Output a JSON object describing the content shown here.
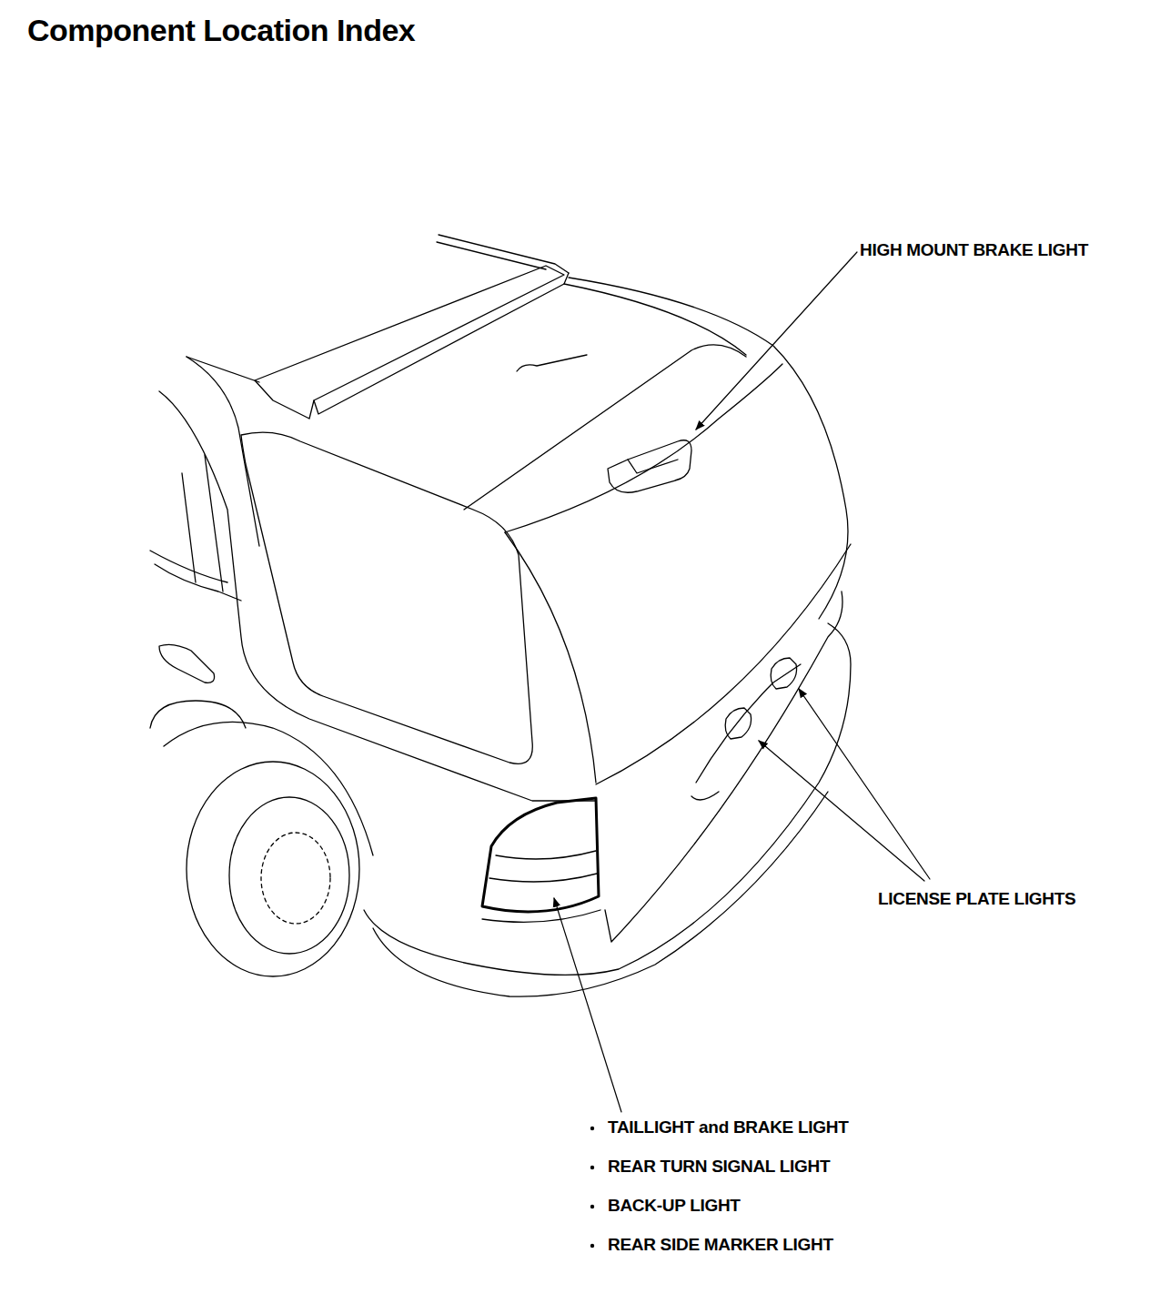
{
  "diagram": {
    "title": "Component Location Index",
    "labels": [
      "HIGH MOUNT BRAKE LIGHT",
      "LICENSE PLATE LIGHTS",
      "TAILLIGHT and BRAKE LIGHT",
      "REAR TURN SIGNAL LIGHT",
      "BACK-UP LIGHT",
      "REAR SIDE MARKER LIGHT"
    ]
  }
}
